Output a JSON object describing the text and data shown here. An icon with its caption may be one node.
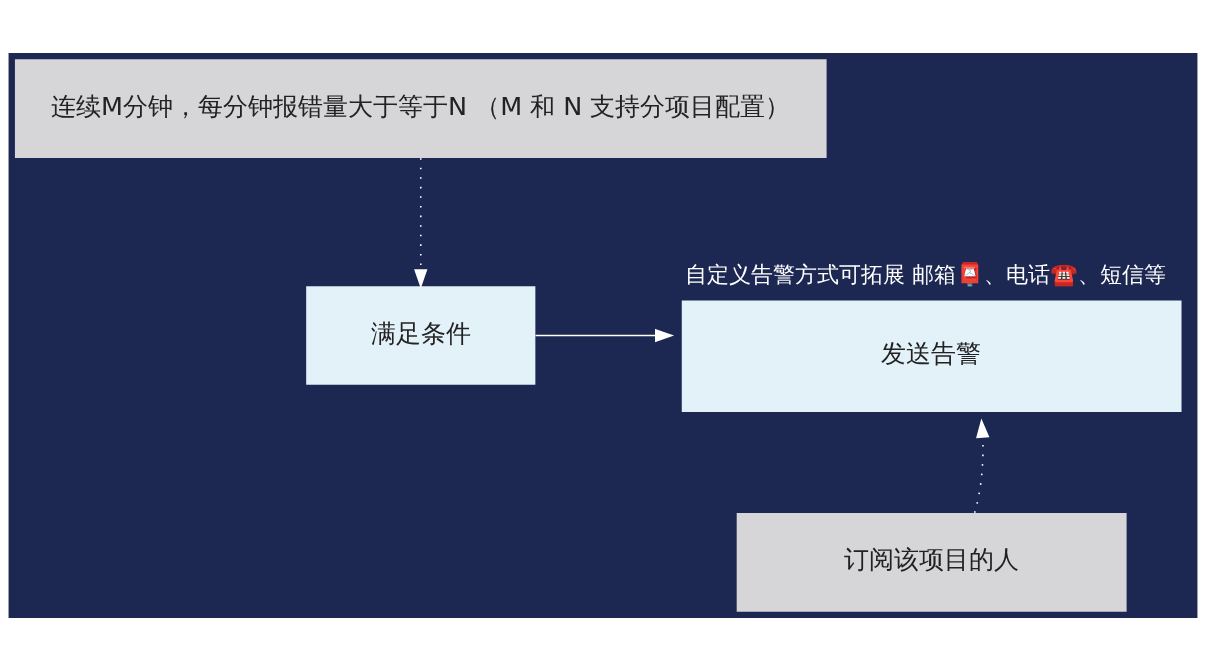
{
  "diagram": {
    "nodes": [
      {
        "text": [
          "连续M分钟，每分钟报错量大于等于N （M 和 N 支持分项目配置）"
        ]
      },
      {
        "text": [
          "满足条件"
        ]
      },
      {
        "text": [
          "发送告警"
        ],
        "beside": [
          "自定义告警方式可拓展 邮箱📮、电话☎️、短信等"
        ]
      },
      {
        "text": [
          "订阅该项目的人"
        ]
      }
    ],
    "edges": [
      {
        "from": 0,
        "to": 1,
        "arrow": "to",
        "style": "dashed"
      },
      {
        "from": 1,
        "to": 2,
        "arrow": "to"
      },
      {
        "from": 3,
        "to": 2,
        "arrow": "to",
        "style": "dashed"
      }
    ]
  }
}
